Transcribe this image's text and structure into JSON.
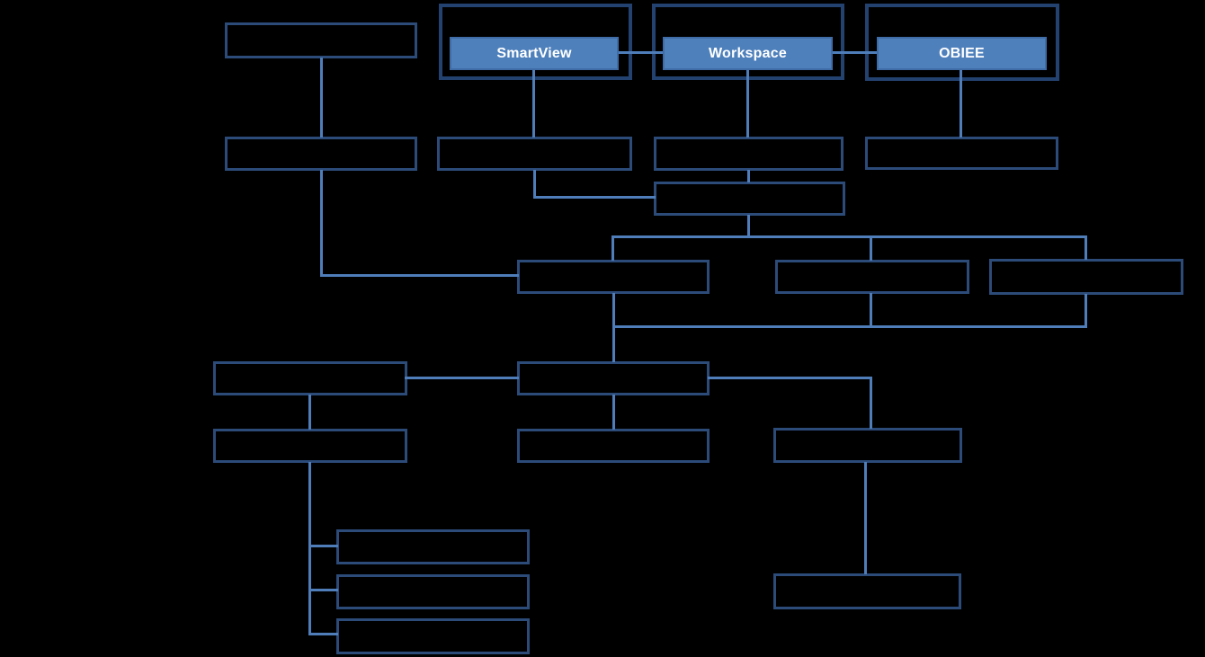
{
  "diagram": {
    "type": "org-chart",
    "nodes": {
      "smartview": {
        "label": "SmartView"
      },
      "workspace": {
        "label": "Workspace"
      },
      "obiee": {
        "label": "OBIEE"
      }
    },
    "unlabeled_box_count": 18,
    "colors": {
      "background": "#000000",
      "box_border": "#2C4B79",
      "container_border": "#24426F",
      "node_fill": "#4E80BC",
      "node_border": "#3F6CA6",
      "node_text": "#FFFFFF",
      "connector": "#4E7DB9"
    }
  }
}
